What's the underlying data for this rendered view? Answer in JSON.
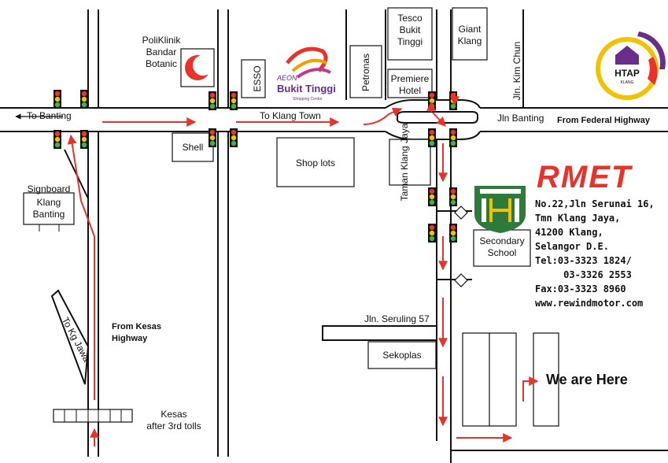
{
  "colors": {
    "road": "#111111",
    "route": "#e8322a",
    "brand_red": "#e8322a",
    "school_green": "#2e7a3a",
    "htap_yellow": "#f2c200",
    "aeon_purple": "#6a2d8c"
  },
  "roads": {
    "jln_banting_west": "To Banting",
    "to_klang_town": "To Klang Town",
    "jln_banting_east": "Jln Banting",
    "jln_kim_chun": "Jln. Kim Chun",
    "taman_klang_jaya": "Taman Klang Jaya",
    "jln_seruling": "Jln. Seruling 57",
    "to_kg_jawa": "To Kg Jawa"
  },
  "landmarks": {
    "poliklinik": [
      "PoliKlinik",
      "Bandar",
      "Botanic"
    ],
    "esso": "ESSO",
    "aeon": {
      "brand": "AEON",
      "name": "Bukit Tinggi",
      "tagline": "Shopping Centre"
    },
    "petronas": "Petronas",
    "tesco": [
      "Tesco",
      "Bukit",
      "Tinggi"
    ],
    "premiere_hotel": [
      "Premiere",
      "Hotel"
    ],
    "giant": [
      "Giant",
      "Klang"
    ],
    "shell": "Shell",
    "shop_lots": "Shop lots",
    "signboard_label": "Signboard",
    "signboard_text": [
      "Klang",
      "Banting"
    ],
    "secondary_school": [
      "Secondary",
      "School"
    ],
    "sekoplas": "Sekoplas",
    "kesas_tolls": [
      "Kesas",
      "after 3rd tolls"
    ],
    "htap_logo": {
      "text": "HTAP",
      "subtext": "KLANG"
    }
  },
  "directions": {
    "from_federal": "From Federal Highway",
    "from_kesas": [
      "From Kesas",
      "Highway"
    ],
    "we_are_here": "We are Here"
  },
  "company": {
    "brand": "RMET",
    "address": [
      "No.22,Jln Serunai 16,",
      "Tmn Klang Jaya,",
      "41200 Klang,",
      "Selangor D.E.",
      "Tel:03-3323 1824/",
      "     03-3326 2553",
      "Fax:03-3323 8960",
      "www.rewindmotor.com"
    ]
  }
}
